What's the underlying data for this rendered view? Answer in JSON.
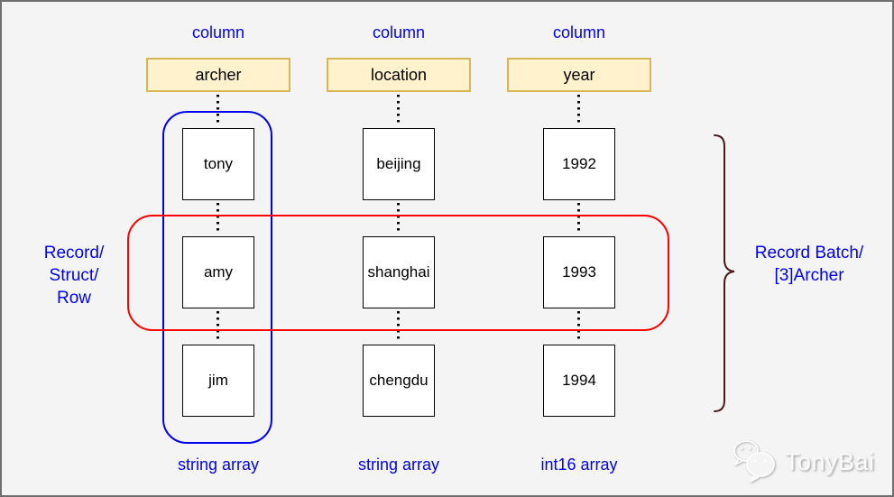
{
  "diagram": {
    "columns": [
      {
        "label": "column",
        "header": "archer",
        "cells": [
          "tony",
          "amy",
          "jim"
        ],
        "array_label": "string array"
      },
      {
        "label": "column",
        "header": "location",
        "cells": [
          "beijing",
          "shanghai",
          "chengdu"
        ],
        "array_label": "string array"
      },
      {
        "label": "column",
        "header": "year",
        "cells": [
          "1992",
          "1993",
          "1994"
        ],
        "array_label": "int16 array"
      }
    ],
    "row_annotation": {
      "line1": "Record/",
      "line2": "Struct/",
      "line3": "Row"
    },
    "batch_annotation": {
      "line1": "Record Batch/",
      "line2": "[3]Archer"
    },
    "colors": {
      "label_blue": "#0000F0",
      "row_highlight_red": "#FE0000",
      "column_highlight_blue": "#0000F0",
      "brace_maroon": "#4A1A1A",
      "header_fill": "#FFF2CC",
      "header_border": "#D6B656"
    },
    "watermark": {
      "icon": "wechat-icon",
      "text": "TonyBai"
    }
  }
}
